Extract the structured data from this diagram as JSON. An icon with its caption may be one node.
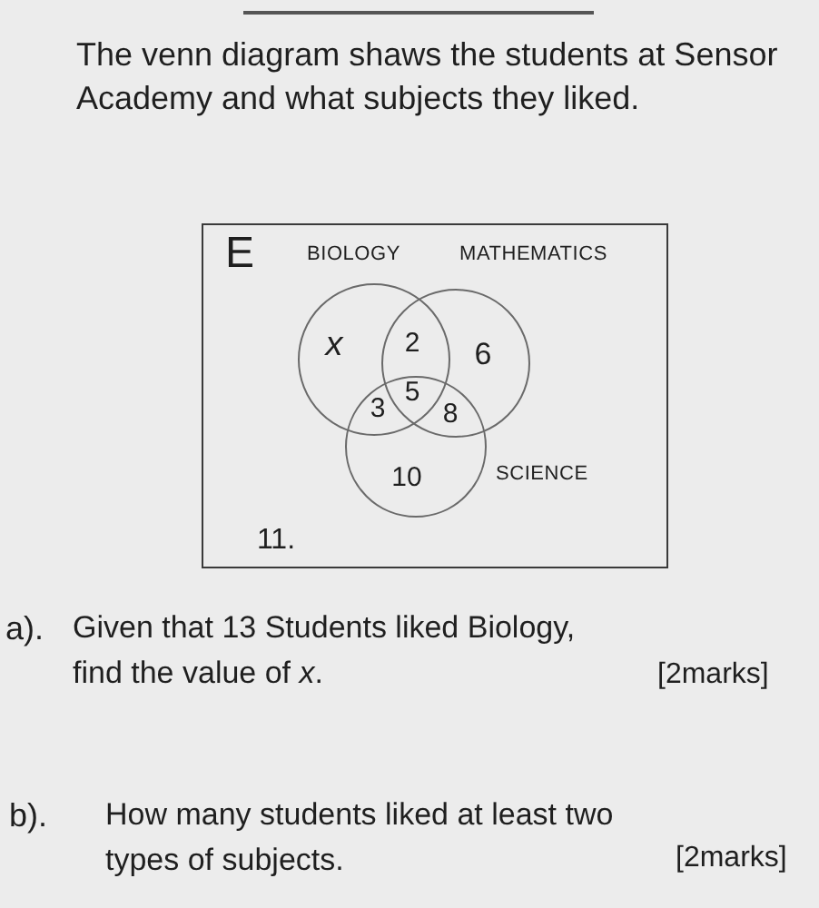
{
  "diagram": {
    "title": "The venn diagram shaws the students at Sensor Academy and what subjects they liked.",
    "nodes": [
      {
        "text": [
          "E"
        ]
      },
      {
        "text": [
          "BIOLOGY"
        ],
        "in": 0
      },
      {
        "text": [
          "MATHEMATICS"
        ],
        "in": 0
      },
      {
        "text": [
          "SCIENCE"
        ],
        "in": 0
      }
    ],
    "labels": [
      "*x*",
      "2",
      "6",
      "3",
      "5",
      "8",
      "10",
      "11.",
      "a).",
      "Given that 13 Students liked Biology, find the value of *x*.",
      "[2marks]",
      "b).",
      "How many students liked at least two types of subjects.",
      "[2marks]"
    ]
  }
}
